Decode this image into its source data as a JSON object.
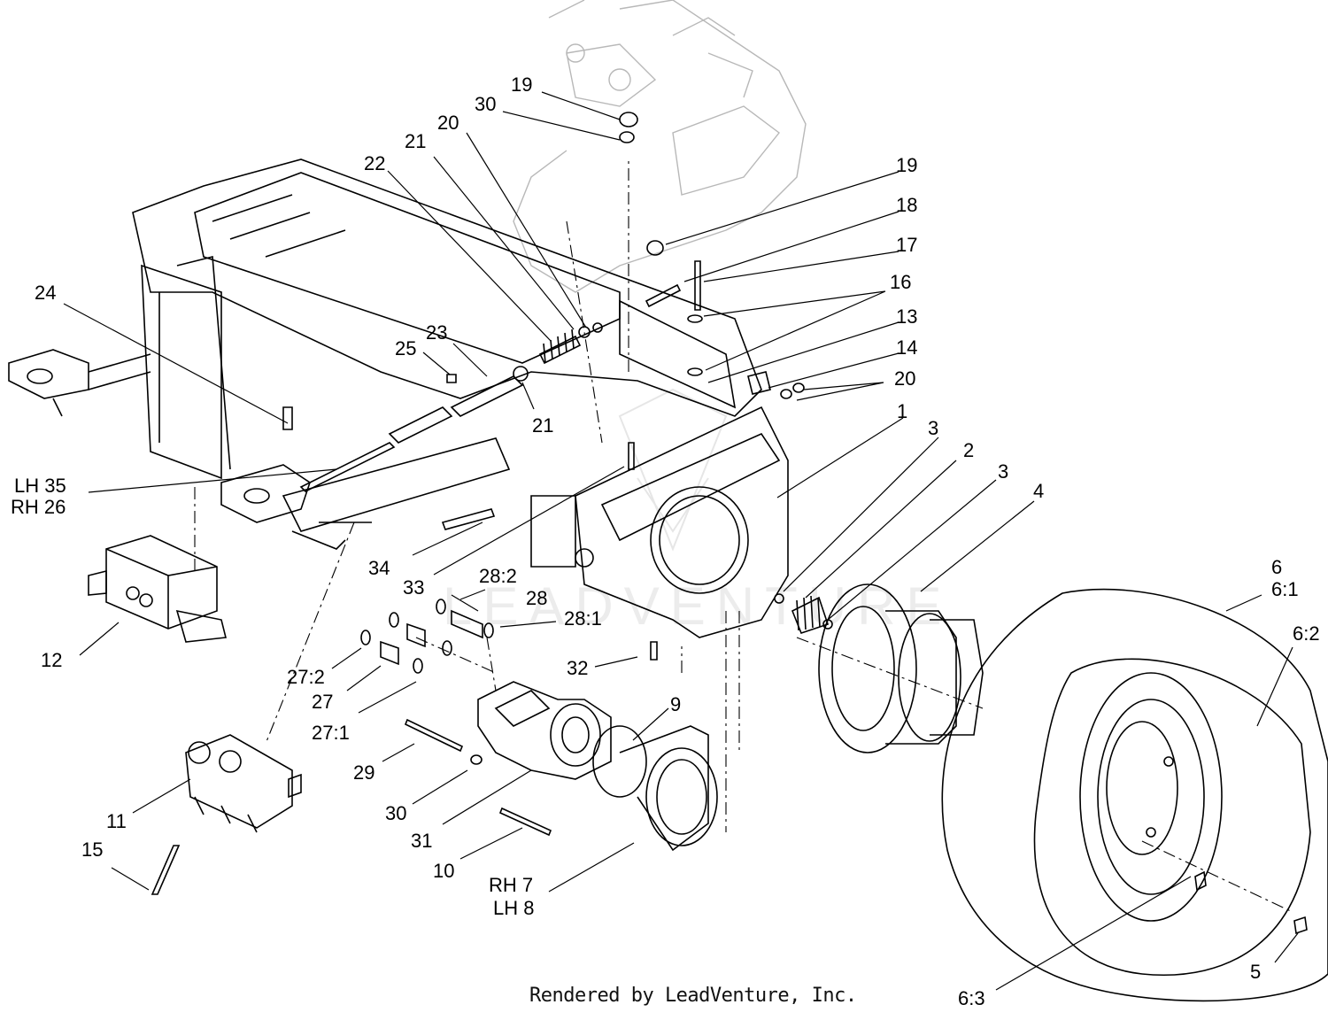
{
  "footer": "Rendered by LeadVenture, Inc.",
  "watermark": "LEADVENTURE",
  "callouts": {
    "c1": "1",
    "c2": "2",
    "c3a": "3",
    "c3b": "3",
    "c4": "4",
    "c5": "5",
    "c6": "6",
    "c6_1": "6:1",
    "c6_2": "6:2",
    "c6_3": "6:3",
    "c9": "9",
    "c10": "10",
    "c11": "11",
    "c12": "12",
    "c13": "13",
    "c14": "14",
    "c15": "15",
    "c16": "16",
    "c17": "17",
    "c18": "18",
    "c19a": "19",
    "c19b": "19",
    "c20a": "20",
    "c20b": "20",
    "c21a": "21",
    "c21b": "21",
    "c22": "22",
    "c23": "23",
    "c24": "24",
    "c25": "25",
    "c27": "27",
    "c27_1": "27:1",
    "c27_2": "27:2",
    "c28": "28",
    "c28_1": "28:1",
    "c28_2": "28:2",
    "c29": "29",
    "c30a": "30",
    "c30b": "30",
    "c31": "31",
    "c32": "32",
    "c33": "33",
    "c34": "34",
    "lh35": "LH 35",
    "rh26": "RH 26",
    "rh7": "RH 7",
    "lh8": "LH 8"
  }
}
